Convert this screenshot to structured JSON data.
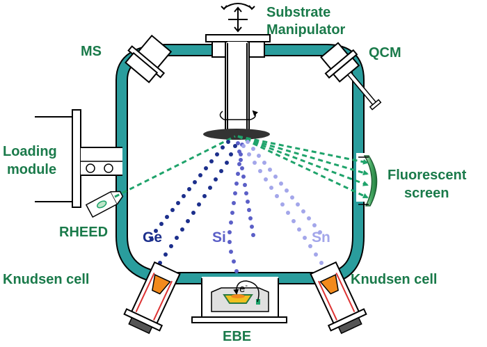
{
  "labels": {
    "substrate_line1": "Substrate",
    "substrate_line2": "Manipulator",
    "ms": "MS",
    "qcm": "QCM",
    "loading_line1": "Loading",
    "loading_line2": "module",
    "fluorescent_line1": "Fluorescent",
    "fluorescent_line2": "screen",
    "rheed": "RHEED",
    "ge": "Ge",
    "si": "Si",
    "sn": "Sn",
    "knudsen_left": "Knudsen cell",
    "knudsen_right": "Knudsen cell",
    "ebe": "EBE",
    "electron": "e",
    "electron_sup": "-"
  },
  "colors": {
    "label_green": "#1a7a4a",
    "chamber_wall": "#2a9d9d",
    "ge_beam": "#1c2f8c",
    "si_beam": "#5b5fc7",
    "sn_beam": "#a3a6ea",
    "rheed_beam": "#1fa36b",
    "crucible_orange": "#f28a1c",
    "substrate_dark": "#333333",
    "screen_green": "#2f9a52"
  },
  "icons": {
    "manipulator_arrows": "four-way-arrow-icon",
    "rotation": "rotation-arrow-icon"
  }
}
